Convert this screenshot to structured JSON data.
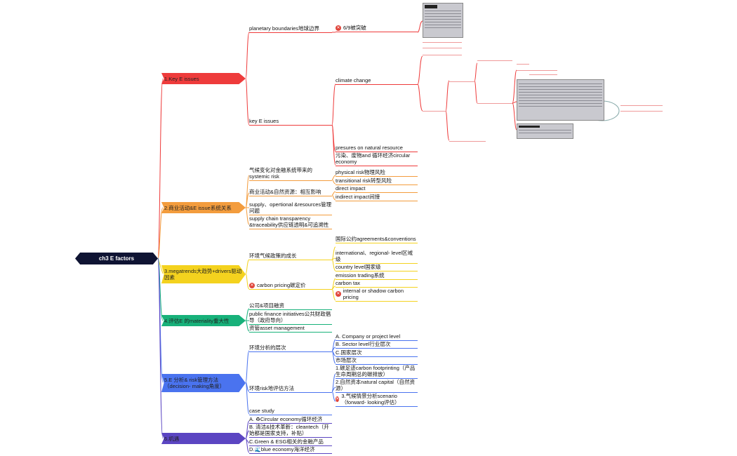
{
  "root": {
    "label": "ch3 E factors"
  },
  "branches": [
    {
      "label": "1.Key E issues",
      "color": "#ee3b3b"
    },
    {
      "label": "2.商业活动&E issue系统关系",
      "color": "#f39c3d"
    },
    {
      "label": "3.megatrends大趋势+drivers驱动因素",
      "color": "#f4d21e"
    },
    {
      "label": "4.评估E 的materiality重大性",
      "color": "#17b17a"
    },
    {
      "label": "5.E 分析& risk管理方法（decision- making角度）",
      "color": "#4a73ef"
    },
    {
      "label": "6.机遇",
      "color": "#5b45c2"
    }
  ],
  "b1": {
    "planetary": "planetary boundaries地球边界",
    "planetary_child": "6/9被突破",
    "key": "key E issues",
    "climate": "climate change",
    "pressures": "presures on natural resource",
    "pollution": "污染、废物and 循环经济circular economy"
  },
  "b2": {
    "systemic": "气候变化对金融系统带来的systemic risk",
    "physical": "physical risk物理风险",
    "transitional": "transitional risk转型风险",
    "interaction": "商业活动&自然资源：相互影响",
    "direct": "direct impact",
    "indirect": "indirect impact间接",
    "supply": "supply、opertional &resources管理问题",
    "transparency": "supply chain transparency &traceability供应链透明&可追溯性"
  },
  "b3": {
    "policy": "环境气候政策的成长",
    "intl": "国际公约agreements&conventions",
    "regional": "international、regional- level区域级",
    "country": "country level国家级",
    "carbon_pricing": "carbon pricing碳定价",
    "ets": "emission trading系统",
    "tax": "carbon tax",
    "internal": "internal or shadow carbon pricing"
  },
  "b4": {
    "corp": "公司&项目融资",
    "public": "public finance initiatives公共财政倡导（政府导向）",
    "asset": "资管asset management"
  },
  "b5": {
    "levels": "环境分析的层次",
    "a": "A. Company or project level",
    "b": "B. Sector level行业层次",
    "c": "C.国家层次",
    "d": "市场层次",
    "risk": "环境risk地评估方法",
    "r1": "1.碳足迹carbon footprinting（产品生命周期总的碳排放）",
    "r2": "2.自然资本natural capital（自然资源）",
    "r3": "3.气候情景分析scenario（forward- looking评估）",
    "case": "case study"
  },
  "b6": {
    "a": "A. ♻Circular economy循环经济",
    "b": "B. 清洁&技术革新：cleantech（开始都是国家支持，补贴）",
    "c": "C.Green & ESG相关的金融产品",
    "d": "D.🌊blue economy海洋经济"
  }
}
